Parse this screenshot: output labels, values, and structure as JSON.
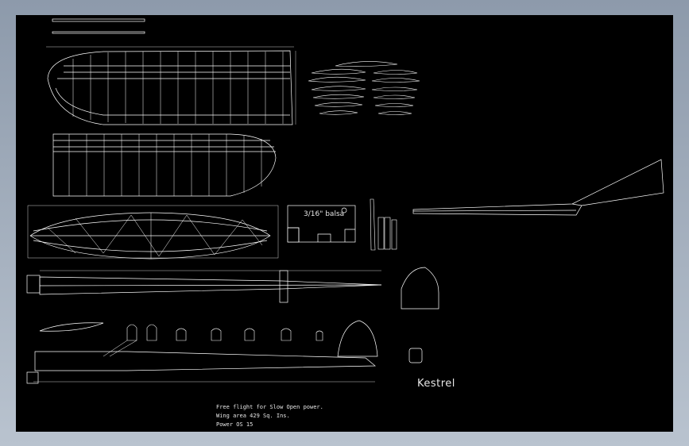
{
  "drawing": {
    "model_name": "Kestrel",
    "title_lines": [
      "Free flight for Slow Open power.",
      "Wing area  429 Sq. Ins.",
      "Power   OS 15"
    ],
    "fuselage_template_note": "3/16\" balsa"
  },
  "colors": {
    "window_background": "#9aa6b5",
    "canvas": "#000000",
    "linework": "#ffffff"
  }
}
